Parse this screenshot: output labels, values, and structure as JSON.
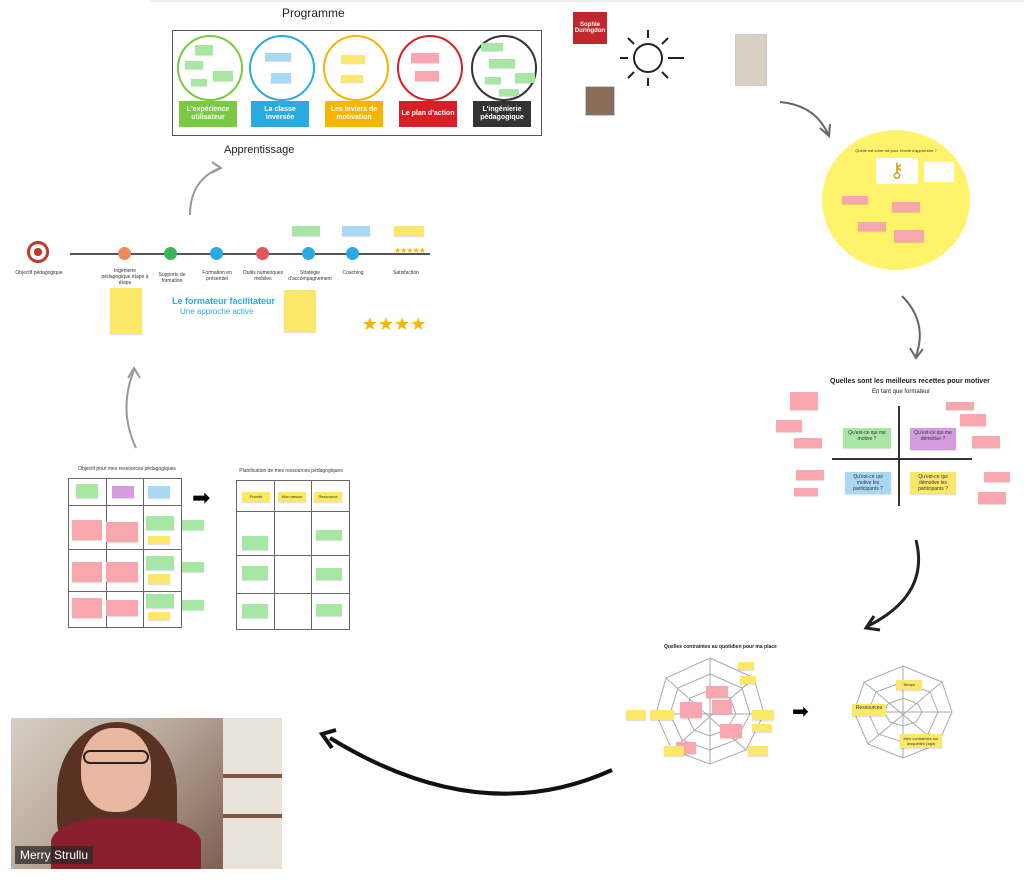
{
  "board": {
    "programme_title": "Programme",
    "apprentissage_label": "Apprentissage",
    "programme_blocks": [
      {
        "label": "L'expérience utilisateur",
        "color": "#7ac943"
      },
      {
        "label": "La classe inversée",
        "color": "#29abe2"
      },
      {
        "label": "Les leviers de motivation",
        "color": "#f7b500"
      },
      {
        "label": "Le plan d'action",
        "color": "#d91f26"
      },
      {
        "label": "L'ingénierie pédagogique",
        "color": "#333333"
      }
    ],
    "timeline": {
      "start_label": "Objectif pédagogique",
      "steps": [
        "Ingénierie pédagogique étape à étape",
        "Supports de formation",
        "Formation en présentiel",
        "Outils numériques mobiles",
        "Stratégie d'accompagnement",
        "Coaching",
        "Satisfaction"
      ]
    },
    "formateur_title": "Le formateur facilitateur",
    "formateur_subtitle": "Une approche active",
    "yellow_circle_question": "Quelle est votre clé pour l'envie d'apprendre ?",
    "quadrant": {
      "title": "Quelles sont les meilleurs recettes pour motiver",
      "subtitle": "En tant que formateur",
      "cells": [
        "Qu'est-ce qui me motive ?",
        "Qu'est-ce qui me démotive ?",
        "Qu'est-ce qui motive les participants ?",
        "Qu'est-ce qui démotive les participants ?"
      ]
    },
    "spider_title": "Quelles contraintes au quotidien pour ma place",
    "spider_right_notes": [
      "Temps",
      "Ressources",
      "Mes contraintes sur lesquelles j'agis"
    ],
    "matrix_left_title": "Objectif pour mes ressources pédagogiques",
    "matrix_right_title": "Planification de mes ressources pédagogiques",
    "matrix_right_headers": [
      "Priorité",
      "Mon besoin",
      "Ressource"
    ],
    "avatar_badge": "Sophie Duringdon"
  },
  "video": {
    "participant_name": "Merry Strullu"
  },
  "colors": {
    "sticky_yellow": "#fbe86a",
    "sticky_pink": "#f7a7ad",
    "sticky_green": "#a8e6a3",
    "sticky_blue": "#a9d8f5",
    "circle_yellow": "#fff36b",
    "timeline_blue": "#29abe2"
  }
}
